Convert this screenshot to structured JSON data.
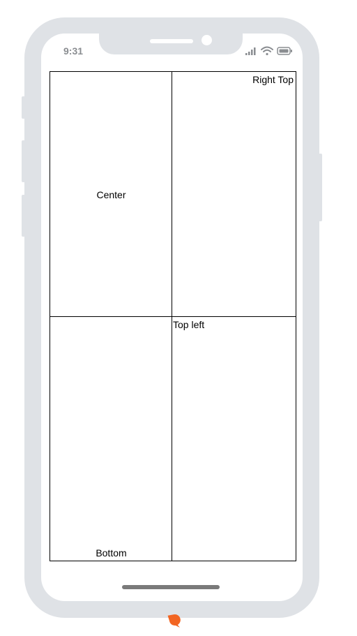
{
  "status_bar": {
    "time": "9:31"
  },
  "grid": {
    "cells": [
      {
        "label": "Center",
        "alignment": "center"
      },
      {
        "label": "Right Top",
        "alignment": "top-right"
      },
      {
        "label": "Bottom",
        "alignment": "bottom-center"
      },
      {
        "label": "Top left",
        "alignment": "top-left"
      }
    ]
  },
  "colors": {
    "frame": "#dfe2e6",
    "grid_line": "#000000",
    "home_indicator": "#7a7a7a",
    "marker": "#f26522"
  },
  "icons": [
    "signal-icon",
    "wifi-icon",
    "battery-icon",
    "location-marker-icon"
  ]
}
